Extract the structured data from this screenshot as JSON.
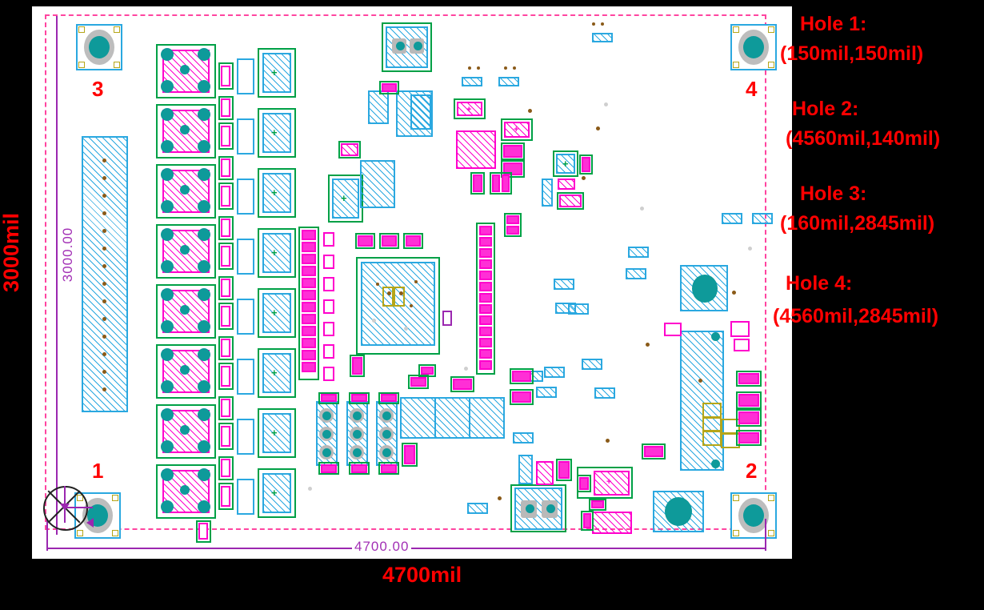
{
  "document": {
    "type": "pcb-layout-drawing",
    "description": "PCB board outline with mounting hole coordinate annotations"
  },
  "board": {
    "width_label_red": "4700mil",
    "height_label_red": "3000mil",
    "width_dimension_cad": "4700.00",
    "height_dimension_cad": "3000.00",
    "outline_color": "#ff45a0",
    "dimension_color": "#9b27b0"
  },
  "annotations": {
    "color": "#ff0000",
    "holes": [
      {
        "title": "Hole 1:",
        "coord": "(150mil,150mil)"
      },
      {
        "title": "Hole 2:",
        "coord": "(4560mil,140mil)"
      },
      {
        "title": "Hole 3:",
        "coord": "(160mil,2845mil)"
      },
      {
        "title": "Hole 4:",
        "coord": "(4560mil,2845mil)"
      }
    ]
  },
  "corner_markers": [
    {
      "id": "1",
      "position": "bottom-left"
    },
    {
      "id": "2",
      "position": "bottom-right"
    },
    {
      "id": "3",
      "position": "top-left"
    },
    {
      "id": "4",
      "position": "top-right"
    }
  ],
  "palette": {
    "silkscreen_green": "#00a046",
    "pad_magenta": "#ff00cc",
    "body_blue": "#2aa8e0",
    "via_teal": "#0e9a9a",
    "hole_pad_gray": "#b9b9b9",
    "annotation_red": "#ff0000",
    "outline_pink": "#ff45a0",
    "dimension_purple": "#9b27b0"
  },
  "origin_marker": {
    "label": "origin-datum",
    "x_axis_arrow": "right",
    "y_axis_arrow": "up"
  }
}
